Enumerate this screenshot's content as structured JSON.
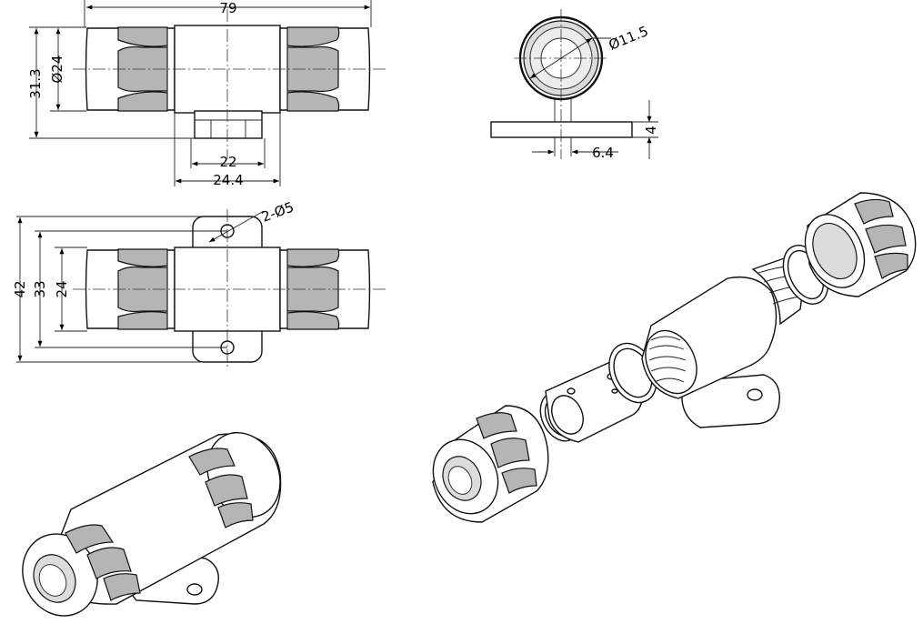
{
  "dimensions": {
    "overall_length": "79",
    "height_front": "31.3",
    "body_diameter": "Ø24",
    "mount_hole_spacing": "22",
    "mount_width": "24.4",
    "bore_diameter": "Ø11.5",
    "flange_thickness": "4",
    "flange_offset": "6.4",
    "holes": "2-Ø5",
    "base_length": "42",
    "base_width": "33",
    "body_width_top": "24"
  }
}
